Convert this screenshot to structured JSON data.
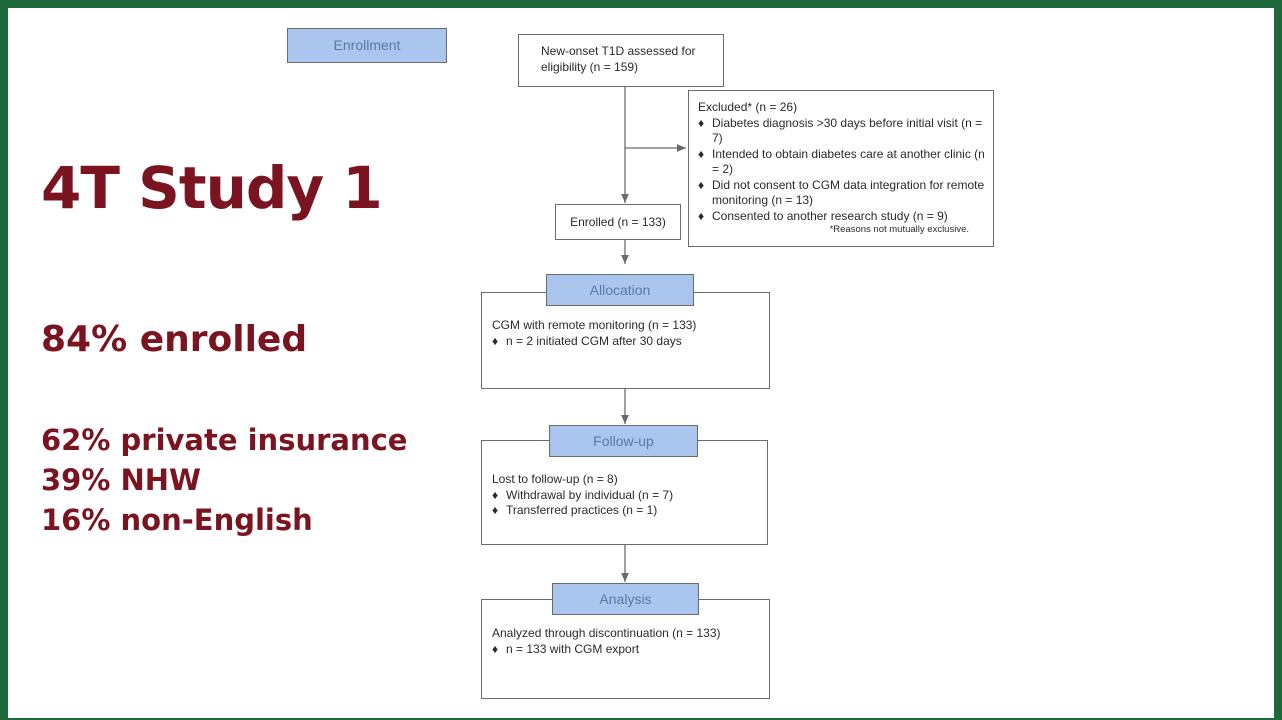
{
  "slide": {
    "title": "4T Study 1",
    "enrolled": "84% enrolled",
    "stats": [
      "62% private insurance",
      "39% NHW",
      "16% non-English"
    ]
  },
  "flow": {
    "stage_enrollment": "Enrollment",
    "stage_allocation": "Allocation",
    "stage_followup": "Follow-up",
    "stage_analysis": "Analysis",
    "assessed": {
      "line1": "New-onset T1D assessed for",
      "line2": "eligibility (n = 159)"
    },
    "excluded": {
      "heading": "Excluded* (n = 26)",
      "bullets": [
        "Diabetes diagnosis >30 days before initial visit (n = 7)",
        "Intended to obtain diabetes care at another clinic (n = 2)",
        "Did not consent to CGM data integration for remote monitoring (n = 13)",
        "Consented to another research study (n = 9)"
      ],
      "note": "*Reasons not mutually exclusive."
    },
    "enrolled_box": "Enrolled (n = 133)",
    "allocation": {
      "line": "CGM with remote monitoring (n = 133)",
      "bullets": [
        "n = 2 initiated CGM after 30 days"
      ]
    },
    "followup": {
      "line": "Lost to follow-up (n = 8)",
      "bullets": [
        "Withdrawal by individual (n = 7)",
        "Transferred practices (n = 1)"
      ]
    },
    "analysis": {
      "line": "Analyzed through discontinuation (n = 133)",
      "bullets": [
        "n = 133 with CGM export"
      ]
    },
    "bullet_glyph": "♦"
  }
}
